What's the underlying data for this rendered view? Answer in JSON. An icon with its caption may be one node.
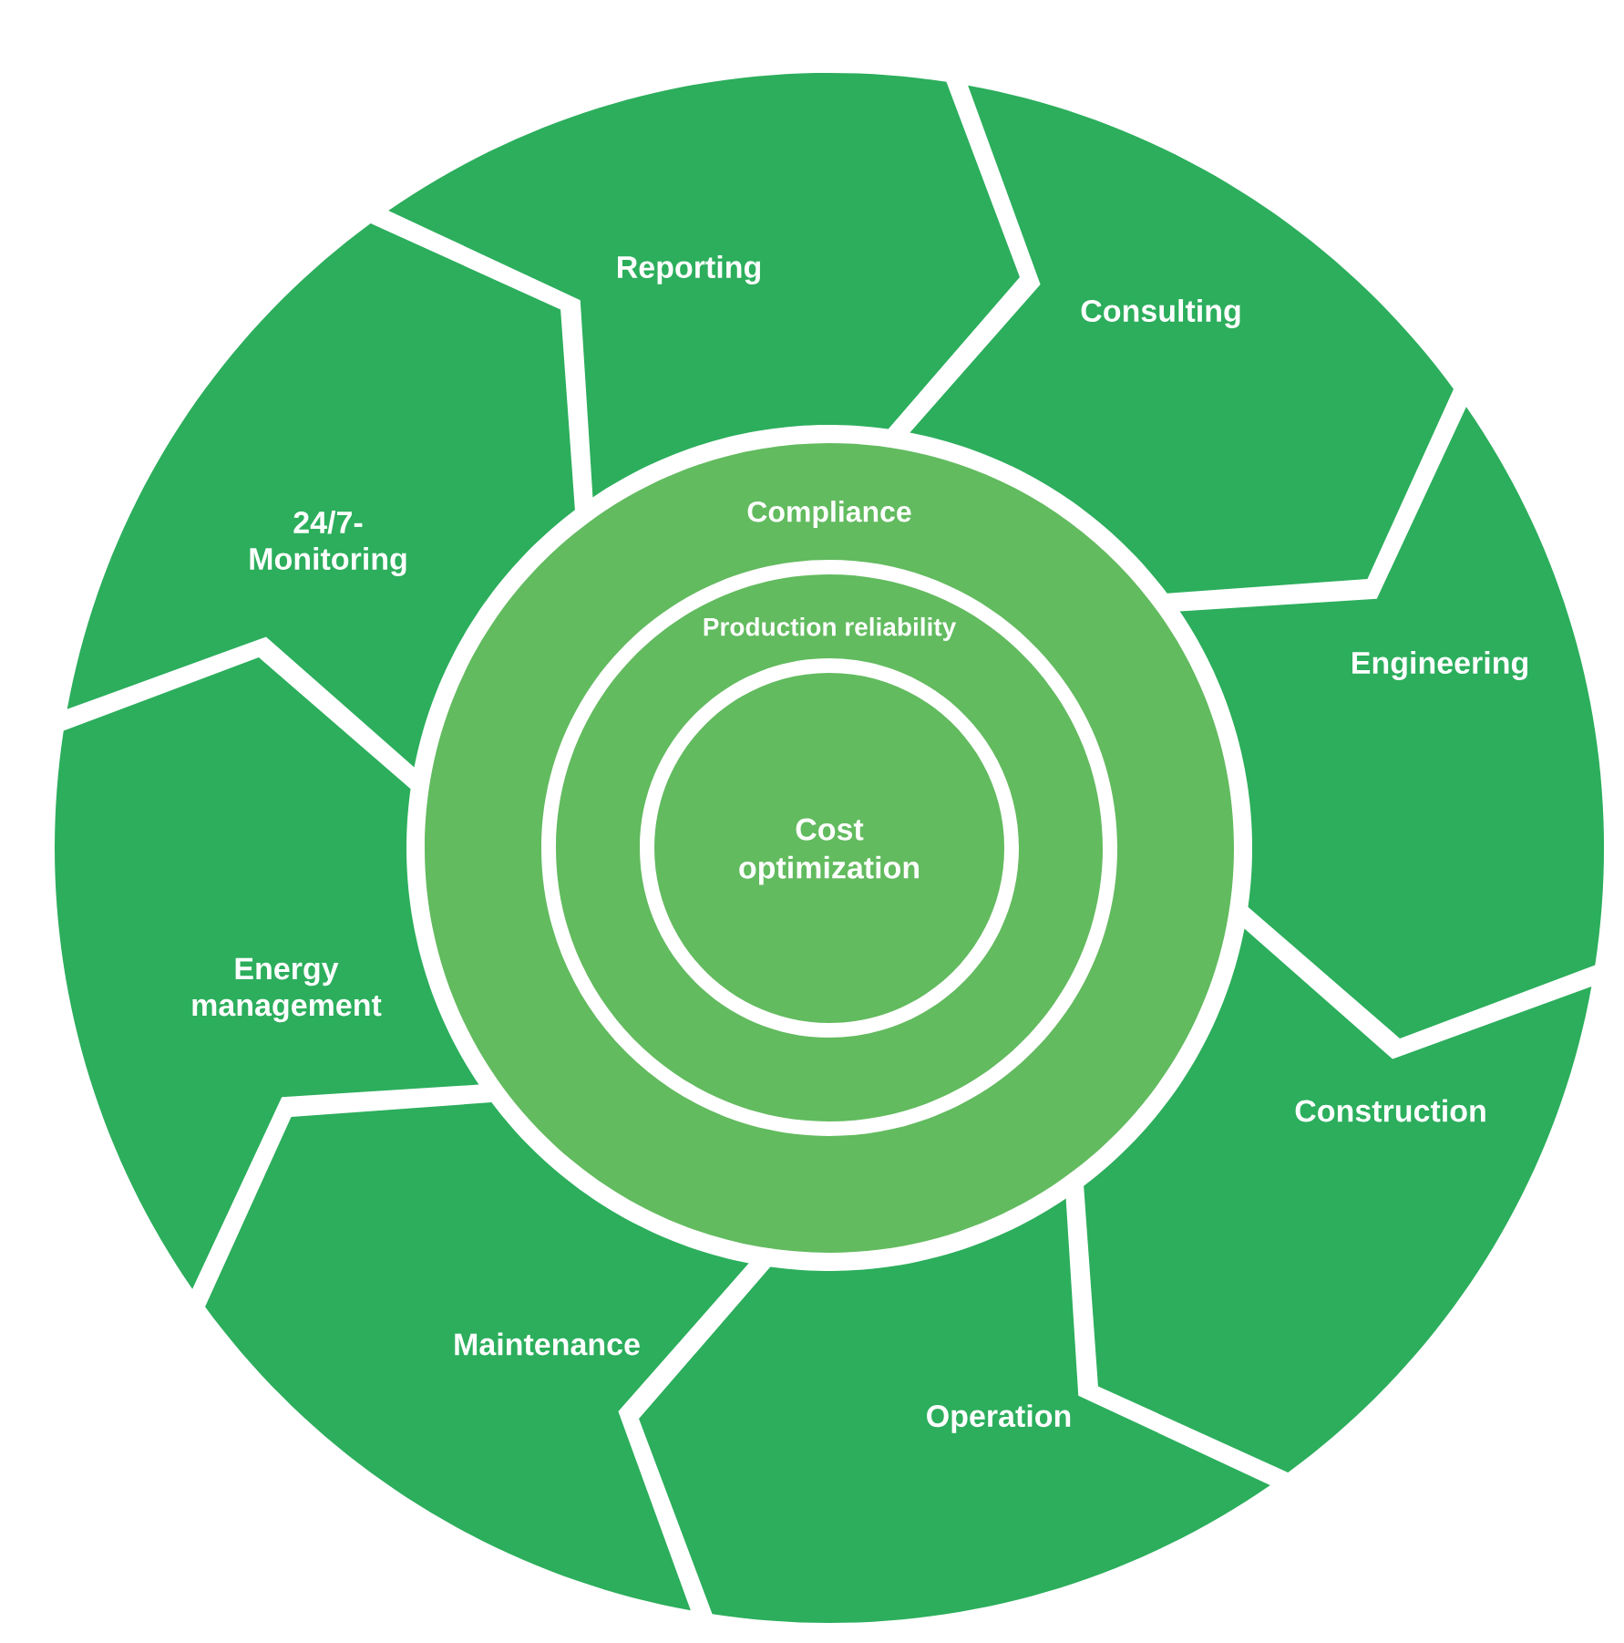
{
  "diagram": {
    "nodes": [
      {
        "text": [
          "Reporting"
        ]
      },
      {
        "text": [
          "Consulting"
        ]
      },
      {
        "text": [
          "Engineering"
        ]
      },
      {
        "text": [
          "Construction"
        ]
      },
      {
        "text": [
          "Operation"
        ]
      },
      {
        "text": [
          "Maintenance"
        ]
      },
      {
        "text": [
          "Energy management"
        ]
      },
      {
        "text": [
          "24/7-Monitoring"
        ]
      },
      {
        "text": [
          "Compliance"
        ]
      },
      {
        "text": [
          "Production reliability"
        ],
        "in": 8
      },
      {
        "text": [
          "Cost optimization"
        ],
        "in": 9
      }
    ]
  }
}
